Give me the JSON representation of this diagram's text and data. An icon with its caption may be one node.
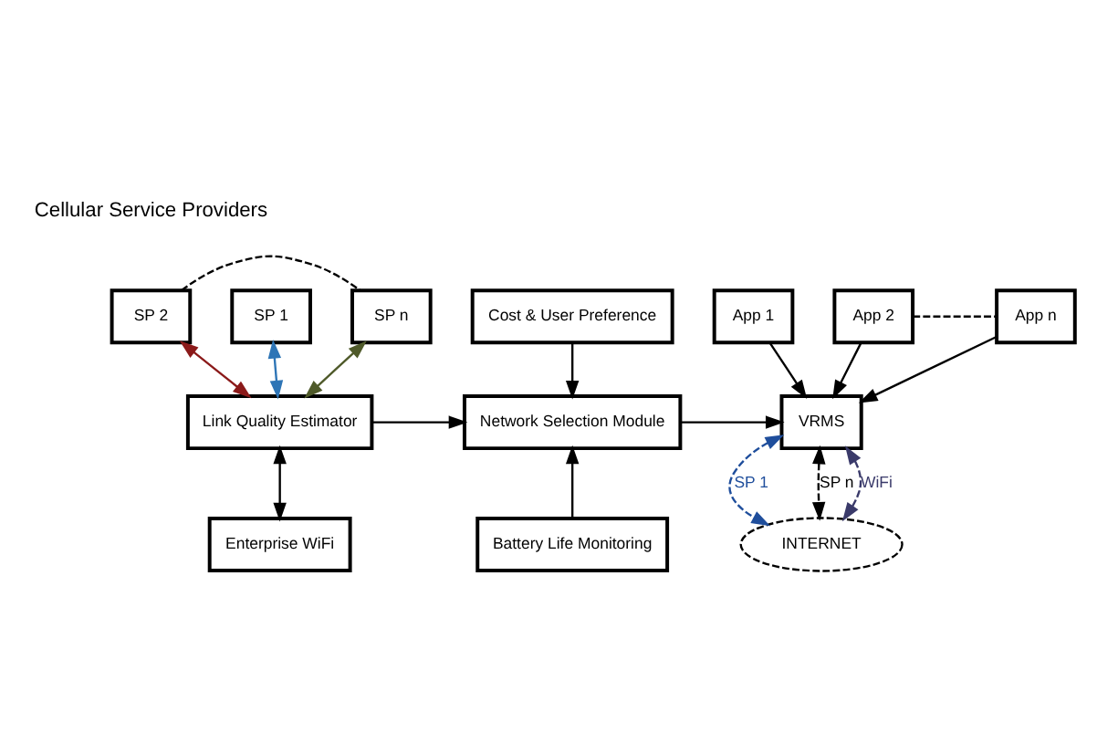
{
  "diagram": {
    "nodes": [
      {
        "text": [
          "SP 1"
        ]
      },
      {
        "text": [
          "SP 2"
        ]
      },
      {
        "text": [
          "SP n"
        ]
      },
      {
        "text": [
          "Link Quality Estimator"
        ]
      },
      {
        "text": [
          "Enterprise WiFi"
        ]
      },
      {
        "text": [
          "Cost & User Preference"
        ]
      },
      {
        "text": [
          "Network Selection Module"
        ]
      },
      {
        "text": [
          "Battery Life Monitoring"
        ]
      },
      {
        "text": [
          "App 1"
        ]
      },
      {
        "text": [
          "App 2"
        ]
      },
      {
        "text": [
          "App n"
        ]
      },
      {
        "text": [
          "VRMS"
        ]
      },
      {
        "text": [
          "INTERNET"
        ]
      }
    ],
    "edges": [
      {
        "from": 0,
        "to": 3,
        "arrow": "both",
        "color": "#2e75b6"
      },
      {
        "from": 1,
        "to": 3,
        "arrow": "both",
        "color": "#8b1a1a"
      },
      {
        "from": 2,
        "to": 3,
        "arrow": "both",
        "color": "#4f5a2a"
      },
      {
        "from": 1,
        "to": 2,
        "arrow": "none",
        "style": "dashed"
      },
      {
        "from": 3,
        "to": 4,
        "arrow": "both"
      },
      {
        "from": 3,
        "to": 6,
        "arrow": "to"
      },
      {
        "from": 5,
        "to": 6,
        "arrow": "to"
      },
      {
        "from": 7,
        "to": 6,
        "arrow": "to"
      },
      {
        "from": 6,
        "to": 11,
        "arrow": "to"
      },
      {
        "from": 8,
        "to": 11,
        "arrow": "to"
      },
      {
        "from": 9,
        "to": 11,
        "arrow": "to"
      },
      {
        "from": 10,
        "to": 11,
        "arrow": "to"
      },
      {
        "from": 9,
        "to": 10,
        "arrow": "none",
        "style": "dashed"
      },
      {
        "from": 11,
        "to": 12,
        "arrow": "both",
        "style": "dashed",
        "color": "#1f4e9c",
        "label": "SP 1"
      },
      {
        "from": 11,
        "to": 12,
        "arrow": "both",
        "style": "dashed",
        "label": "SP n"
      },
      {
        "from": 11,
        "to": 12,
        "arrow": "both",
        "style": "dashed",
        "color": "#3a3a6a",
        "label": "WiFi"
      }
    ],
    "labels": [
      "Cellular Service Providers"
    ]
  }
}
